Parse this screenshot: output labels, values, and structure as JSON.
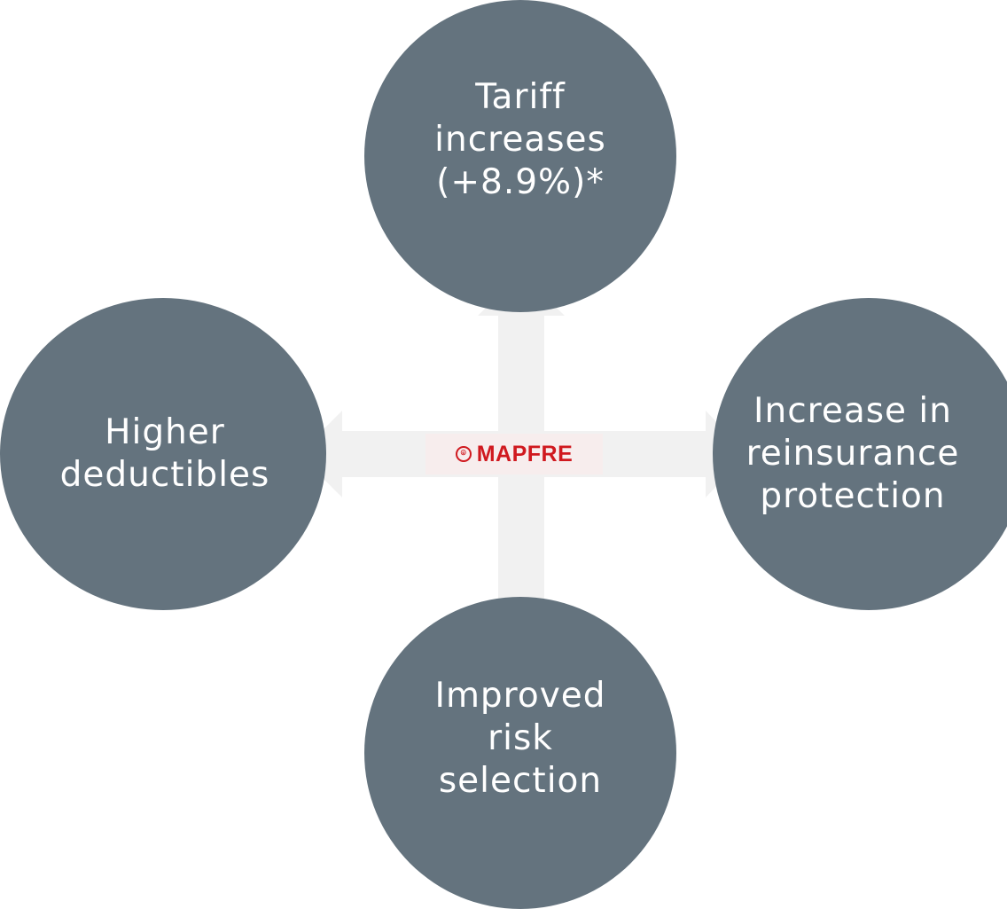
{
  "colors": {
    "circle_fill": "#64737e",
    "arrow_fill": "#f1f1f1",
    "label_text": "#ffffff",
    "brand_red": "#d0191f"
  },
  "center_logo": {
    "text": "MAPFRE",
    "emblem_icon": "mapfre-tree-emblem-icon"
  },
  "nodes": {
    "top": {
      "label": "Tariff\nincreases\n(+8.9%)*"
    },
    "left": {
      "label": "Higher\ndeductibles"
    },
    "right": {
      "label": "Increase in\nreinsurance\nprotection"
    },
    "bottom": {
      "label": "Improved\nrisk\nselection"
    }
  }
}
